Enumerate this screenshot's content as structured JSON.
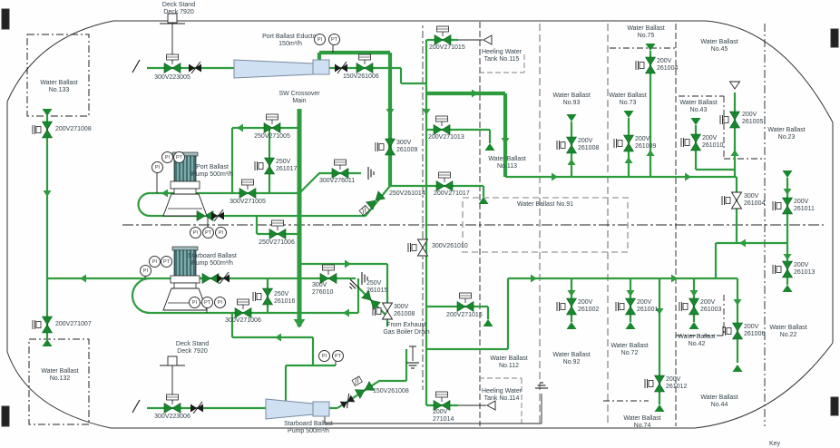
{
  "meta": {
    "type": "ship water ballast system piping diagram"
  },
  "colors": {
    "pipe_green": "#2E9B3E",
    "valve_green": "#18882c",
    "eductor_blue": "#cfe0f2",
    "tank_dash_gray": "#aaaaaa"
  },
  "labels": {
    "wb133": "Water Ballast No.133",
    "wb132": "Water Ballast No.132",
    "wb91": "Water Ballast No.91",
    "wb92": "Water Ballast No.92",
    "wb93": "Water Ballast No.93",
    "wb112": "Water Ballast No.112",
    "wb113": "Water Ballast No.113",
    "wb115": "Heeling Water Tank No.115",
    "wb114": "Heeling Water Tank No.114",
    "wb75": "Water Ballast No.75",
    "wb73": "Water Ballast No.73",
    "wb72": "Water Ballast No.72",
    "wb74": "Water Ballast No.74",
    "wb45": "Water Ballast No.45",
    "wb43": "Water Ballast No.43",
    "wb42": "Water Ballast No.42",
    "wb44": "Water Ballast No.44",
    "wb23": "Water Ballast No.23",
    "wb22": "Water Ballast No.22",
    "deck_stand_top": "Deck Stand Deck 7920",
    "deck_stand_bottom": "Deck Stand Deck 7920",
    "port_eductor": "Port Ballast Eductor 150m³/h",
    "port_pump": "Port Ballast Pump 500m³/h",
    "stbd_pump": "Starboard Ballast Pump 500m³/h",
    "stbd_eductor": "Starboard Ballast Pump 500m³/h",
    "sw_crossover": "SW Crossover Main",
    "from_exhaust": "From Exhaust Gas Boiler Drain",
    "key": "Key"
  },
  "instruments": {
    "pi": "PI",
    "pt": "PT"
  },
  "valves": {
    "v223005": "300V223005",
    "v223006": "300V223006",
    "v271008": "200V271008",
    "v271007": "200V271007",
    "v271005_250": "250V271005",
    "v271005_300": "300V271005",
    "v261017": "250V 261017",
    "v271006_250": "250V271006",
    "v271006_300": "300V271006",
    "v261016": "250V 261016",
    "v276010": "300V 276010",
    "v276011": "300V276011",
    "v261015": "250V 261015",
    "v261008_300": "300V 261008",
    "v261014": "250V261014",
    "v261009_300": "300V 261009",
    "v261006_150": "150V261006",
    "v261008_150": "150V261008",
    "v271015": "200V271015",
    "v271013": "200V271013",
    "v271017": "200V271017",
    "v271016": "200V271016",
    "v271014": "200V 271014",
    "v261010_300": "300V261010",
    "v261008_200": "200V 261008",
    "v261009_200": "200V 261009",
    "v261004_200": "200V 261004",
    "v261005": "200V 261005",
    "v261010_200": "200V 261010",
    "v261004_300": "300V 261004",
    "v261011": "200V 261011",
    "v261013": "200V 261013",
    "v261002": "200V 261002",
    "v261001": "200V 261001",
    "v261003": "200V 261003",
    "v261006_200": "200V 261006",
    "v261012": "200V 261012"
  }
}
